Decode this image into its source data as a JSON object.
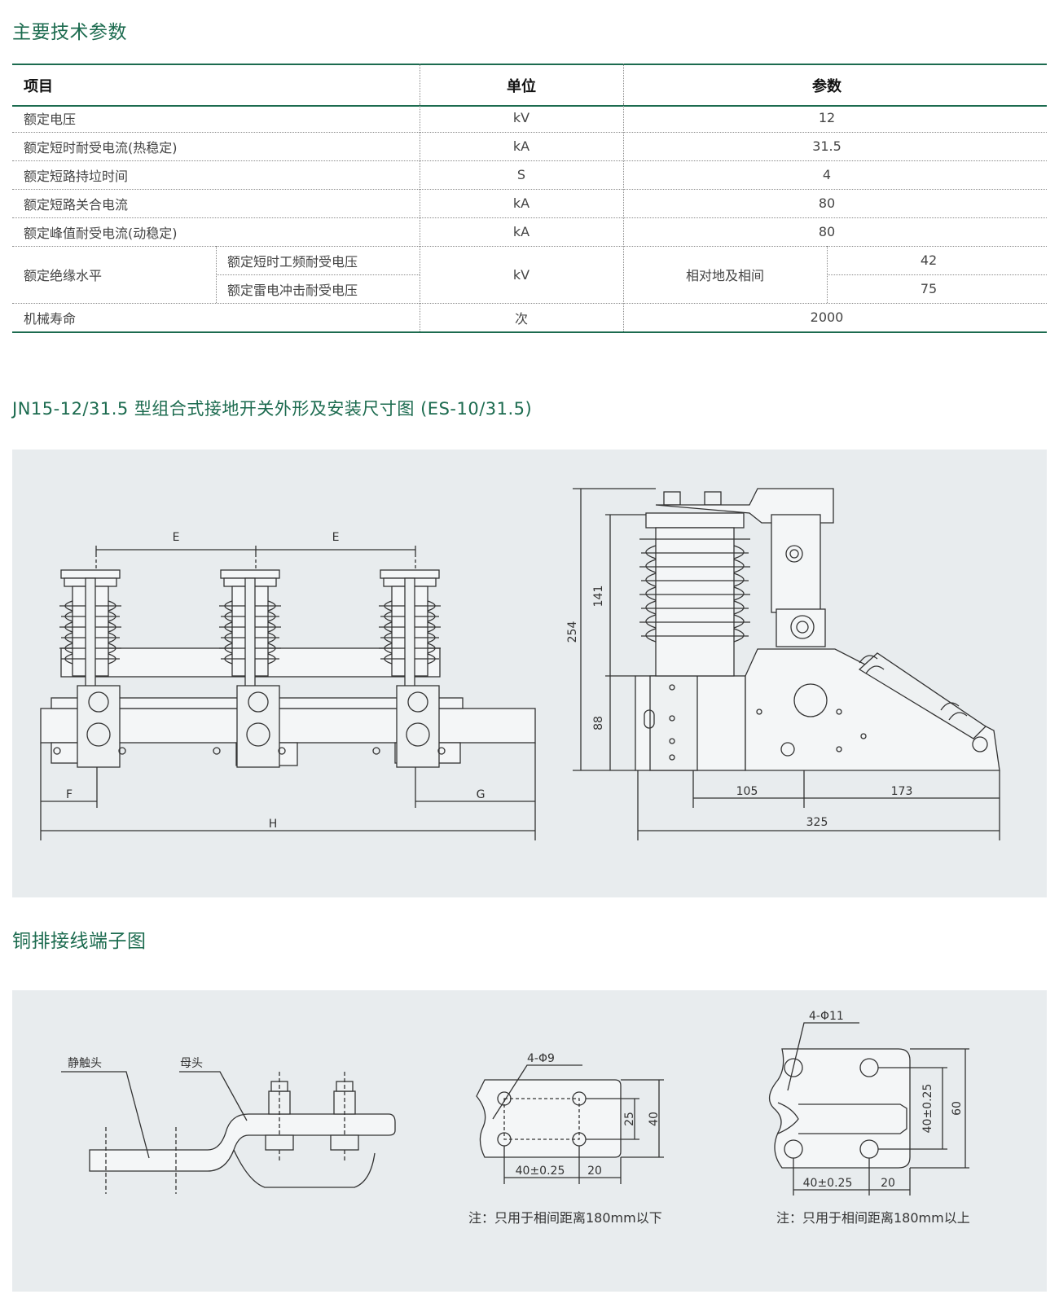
{
  "section1_title": "主要技术参数",
  "table": {
    "headers": {
      "item": "项目",
      "unit": "单位",
      "param": "参数"
    },
    "rows": [
      {
        "item": "额定电压",
        "unit": "kV",
        "value": "12"
      },
      {
        "item": "额定短时耐受电流(热稳定)",
        "unit": "kA",
        "value": "31.5"
      },
      {
        "item": "额定短路持垃时间",
        "unit": "S",
        "value": "4"
      },
      {
        "item": "额定短路关合电流",
        "unit": "kA",
        "value": "80"
      },
      {
        "item": "额定峰值耐受电流(动稳定)",
        "unit": "kA",
        "value": "80"
      }
    ],
    "insulation": {
      "item": "额定绝缘水平",
      "sub1": "额定短时工频耐受电压",
      "sub2": "额定雷电冲击耐受电压",
      "unit": "kV",
      "mid": "相对地及相间",
      "v1": "42",
      "v2": "75"
    },
    "life": {
      "item": "机械寿命",
      "unit": "次",
      "value": "2000"
    }
  },
  "section2_title": "JN15-12/31.5 型组合式接地开关外形及安装尺寸图 (ES-10/31.5)",
  "drawing1": {
    "dim_e1": "E",
    "dim_e2": "E",
    "dim_f": "F",
    "dim_g": "G",
    "dim_h": "H",
    "dim_254": "254",
    "dim_141": "141",
    "dim_88": "88",
    "dim_105": "105",
    "dim_173": "173",
    "dim_325": "325"
  },
  "section3_title": "铜排接线端子图",
  "drawing2": {
    "label_static": "静触头",
    "label_female": "母头",
    "hole_a": "4-Φ9",
    "dim_a_25": "25",
    "dim_a_40": "40",
    "dim_a_w1": "40±0.25",
    "dim_a_w2": "20",
    "note_a": "注：只用于相间距离180mm以下",
    "hole_b": "4-Φ11",
    "dim_b_h1": "40±0.25",
    "dim_b_60": "60",
    "dim_b_w1": "40±0.25",
    "dim_b_w2": "20",
    "note_b": "注：只用于相间距离180mm以上"
  }
}
